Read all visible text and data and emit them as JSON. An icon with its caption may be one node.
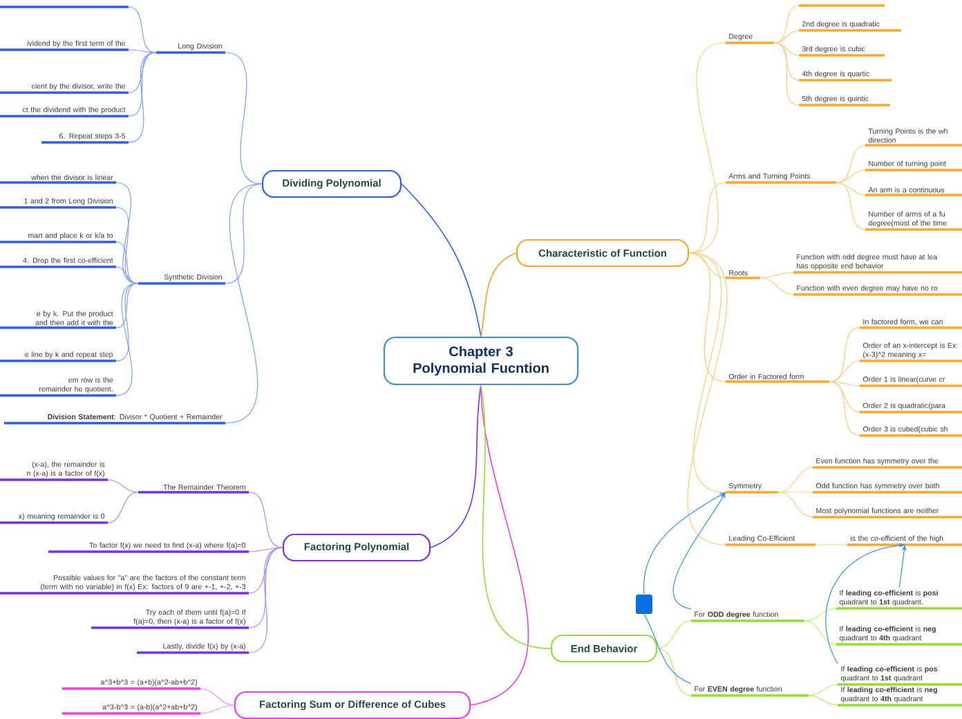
{
  "diagram": {
    "nodes": [
      {
        "text": [
          "Chapter 3 Polynomial Fucntion"
        ]
      },
      {
        "text": [
          "Dividing Polynomial"
        ]
      },
      {
        "text": [
          "Long Division"
        ]
      },
      {
        "text": [],
        "shape": "bar"
      },
      {
        "text": [
          "ividend by the first term of the"
        ]
      },
      {
        "text": [
          "cient by the divisor, write the"
        ]
      },
      {
        "text": [
          "ct the dividend with the product"
        ]
      },
      {
        "text": [
          "6. Repeat steps 3-5"
        ]
      },
      {
        "text": [
          "Synthetic Division"
        ]
      },
      {
        "text": [
          "when the divisor is linear"
        ]
      },
      {
        "text": [
          "1 and 2 from Long Division"
        ]
      },
      {
        "text": [
          "mart and place k or k/a to"
        ]
      },
      {
        "text": [
          "4. Drop the first co-efficient"
        ]
      },
      {
        "text": [
          "e by k. Put the product and then add it with the"
        ]
      },
      {
        "text": [
          "e line by k and repeat step"
        ]
      },
      {
        "text": [
          "em row is the remainder he quotient."
        ]
      },
      {
        "text": [
          "**Division Statement**: Divisor * Quotient + Remainder"
        ]
      },
      {
        "text": [
          "Factoring Polynomial"
        ]
      },
      {
        "text": [
          "The Remainder Theorem"
        ]
      },
      {
        "text": [
          "(x-a), the remainder is n (x-a) is a factor of f(x)"
        ]
      },
      {
        "text": [
          "x) meaning remainder is 0"
        ]
      },
      {
        "text": [
          "To factor f(x) we need to find (x-a) where f(a)=0"
        ]
      },
      {
        "text": [
          "Possible values for \"a\" are the factors of the constant term (term with no variable) in f(x) Ex: factors of 9 are +-1, +-2, +-3"
        ]
      },
      {
        "text": [
          "Try each of them until f(a)=0 If f(a)=0, then (x-a) is a factor of f(x)"
        ]
      },
      {
        "text": [
          "Lastly, divide f(x) by (x-a)"
        ]
      },
      {
        "text": [
          "Factoring Sum or Difference of Cubes"
        ]
      },
      {
        "text": [
          "a^3+b^3 = (a+b)(a^2-ab+b^2)"
        ]
      },
      {
        "text": [
          "a^3-b^3 = (a-b)(a^2+ab+b^2)"
        ]
      },
      {
        "text": [
          "Characteristic of Function"
        ]
      },
      {
        "text": [
          "Degree"
        ]
      },
      {
        "text": [],
        "shape": "bar"
      },
      {
        "text": [
          "2nd degree is quadratic"
        ]
      },
      {
        "text": [
          "3rd degree is cubic"
        ]
      },
      {
        "text": [
          "4th degree is quartic"
        ]
      },
      {
        "text": [
          "5th degree is quintic"
        ]
      },
      {
        "text": [
          "Arms and Turning Points"
        ]
      },
      {
        "text": [
          "Turning Points is the wh direction"
        ]
      },
      {
        "text": [
          "Number of turning point"
        ]
      },
      {
        "text": [
          "An arm is a continuous"
        ]
      },
      {
        "text": [
          "Number of arms of a fu degree(most of the time"
        ]
      },
      {
        "text": [
          "Roots"
        ]
      },
      {
        "text": [
          "Function with odd degree must have at lea has opposite end behavior"
        ]
      },
      {
        "text": [
          "Function with even degree may have no ro"
        ]
      },
      {
        "text": [
          "Order in Factored form"
        ]
      },
      {
        "text": [
          "In factored form, we can"
        ]
      },
      {
        "text": [
          "Order of an x-intercept is Ex: (x-3)^2 meaning x="
        ]
      },
      {
        "text": [
          "Order 1 is linear(curve cr"
        ]
      },
      {
        "text": [
          "Order 2 is quadratic(para"
        ]
      },
      {
        "text": [
          "Order 3 is cubed(cubic sh"
        ]
      },
      {
        "text": [
          "Symmetry"
        ]
      },
      {
        "text": [
          "Even function has symmetry over the"
        ]
      },
      {
        "text": [
          "Odd function has symmetry over both"
        ]
      },
      {
        "text": [
          "Most polynomial functions are neither"
        ]
      },
      {
        "text": [
          "Leading Co-Efficient"
        ]
      },
      {
        "text": [
          "is the co-efficient of the high"
        ]
      },
      {
        "text": [
          "End Behavior"
        ]
      },
      {
        "text": [
          "For **ODD degree** function"
        ]
      },
      {
        "text": [
          "If **leading co-efficient** is **posi** quadrant to **1st** quadrant."
        ]
      },
      {
        "text": [
          "If **leading co-efficient** is **neg** quadrant to **4th** quadrant"
        ]
      },
      {
        "text": [
          "For **EVEN degree** function"
        ]
      },
      {
        "text": [
          "If **leading co-efficient** is **pos** quadrant to **1st** quadrant"
        ]
      },
      {
        "text": [
          "If **leading co-efficient** is **neg** quadrant to **4th** quadrant"
        ]
      },
      {
        "text": [],
        "shape": "box"
      }
    ],
    "edges": [
      {
        "from": 0,
        "to": 1,
        "arrow": "none",
        "color": "#2b5ff0"
      },
      {
        "from": 1,
        "to": 2,
        "arrow": "none",
        "color": "#7d9df7"
      },
      {
        "from": 2,
        "to": 3,
        "arrow": "none",
        "color": "#7d9df7"
      },
      {
        "from": 2,
        "to": 4,
        "arrow": "none",
        "color": "#7d9df7"
      },
      {
        "from": 2,
        "to": 5,
        "arrow": "none",
        "color": "#7d9df7"
      },
      {
        "from": 2,
        "to": 6,
        "arrow": "none",
        "color": "#7d9df7"
      },
      {
        "from": 2,
        "to": 7,
        "arrow": "none",
        "color": "#7d9df7"
      },
      {
        "from": 1,
        "to": 8,
        "arrow": "none",
        "color": "#7d9df7"
      },
      {
        "from": 8,
        "to": 9,
        "arrow": "none",
        "color": "#7d9df7"
      },
      {
        "from": 8,
        "to": 10,
        "arrow": "none",
        "color": "#7d9df7"
      },
      {
        "from": 8,
        "to": 11,
        "arrow": "none",
        "color": "#7d9df7"
      },
      {
        "from": 8,
        "to": 12,
        "arrow": "none",
        "color": "#7d9df7"
      },
      {
        "from": 8,
        "to": 13,
        "arrow": "none",
        "color": "#7d9df7"
      },
      {
        "from": 8,
        "to": 14,
        "arrow": "none",
        "color": "#7d9df7"
      },
      {
        "from": 8,
        "to": 15,
        "arrow": "none",
        "color": "#7d9df7"
      },
      {
        "from": 1,
        "to": 16,
        "arrow": "none",
        "color": "#7d9df7"
      },
      {
        "from": 0,
        "to": 17,
        "arrow": "none",
        "color": "#7a2ff0"
      },
      {
        "from": 17,
        "to": 18,
        "arrow": "none",
        "color": "#ac88f6"
      },
      {
        "from": 18,
        "to": 19,
        "arrow": "none",
        "color": "#ac88f6"
      },
      {
        "from": 18,
        "to": 20,
        "arrow": "none",
        "color": "#ac88f6"
      },
      {
        "from": 17,
        "to": 21,
        "arrow": "none",
        "color": "#ac88f6"
      },
      {
        "from": 17,
        "to": 22,
        "arrow": "none",
        "color": "#ac88f6"
      },
      {
        "from": 17,
        "to": 23,
        "arrow": "none",
        "color": "#ac88f6"
      },
      {
        "from": 17,
        "to": 24,
        "arrow": "none",
        "color": "#ac88f6"
      },
      {
        "from": 0,
        "to": 25,
        "arrow": "none",
        "color": "#ef3bef"
      },
      {
        "from": 25,
        "to": 26,
        "arrow": "none",
        "color": "#f388f3"
      },
      {
        "from": 25,
        "to": 27,
        "arrow": "none",
        "color": "#f388f3"
      },
      {
        "from": 0,
        "to": 28,
        "arrow": "none",
        "color": "#ff9f1c"
      },
      {
        "from": 28,
        "to": 29,
        "arrow": "none",
        "color": "#ffcb7a"
      },
      {
        "from": 29,
        "to": 30,
        "arrow": "none",
        "color": "#ffcb7a"
      },
      {
        "from": 29,
        "to": 31,
        "arrow": "none",
        "color": "#ffcb7a"
      },
      {
        "from": 29,
        "to": 32,
        "arrow": "none",
        "color": "#ffcb7a"
      },
      {
        "from": 29,
        "to": 33,
        "arrow": "none",
        "color": "#ffcb7a"
      },
      {
        "from": 29,
        "to": 34,
        "arrow": "none",
        "color": "#ffcb7a"
      },
      {
        "from": 28,
        "to": 35,
        "arrow": "none",
        "color": "#ffcb7a"
      },
      {
        "from": 35,
        "to": 36,
        "arrow": "none",
        "color": "#ffcb7a"
      },
      {
        "from": 35,
        "to": 37,
        "arrow": "none",
        "color": "#ffcb7a"
      },
      {
        "from": 35,
        "to": 38,
        "arrow": "none",
        "color": "#ffcb7a"
      },
      {
        "from": 35,
        "to": 39,
        "arrow": "none",
        "color": "#ffcb7a"
      },
      {
        "from": 28,
        "to": 40,
        "arrow": "none",
        "color": "#ffcb7a"
      },
      {
        "from": 40,
        "to": 41,
        "arrow": "none",
        "color": "#ffcb7a"
      },
      {
        "from": 40,
        "to": 42,
        "arrow": "none",
        "color": "#ffcb7a"
      },
      {
        "from": 28,
        "to": 43,
        "arrow": "none",
        "color": "#ffcb7a"
      },
      {
        "from": 43,
        "to": 44,
        "arrow": "none",
        "color": "#ffcb7a"
      },
      {
        "from": 43,
        "to": 45,
        "arrow": "none",
        "color": "#ffcb7a"
      },
      {
        "from": 43,
        "to": 46,
        "arrow": "none",
        "color": "#ffcb7a"
      },
      {
        "from": 43,
        "to": 47,
        "arrow": "none",
        "color": "#ffcb7a"
      },
      {
        "from": 43,
        "to": 48,
        "arrow": "none",
        "color": "#ffcb7a"
      },
      {
        "from": 28,
        "to": 49,
        "arrow": "none",
        "color": "#ffcb7a"
      },
      {
        "from": 49,
        "to": 50,
        "arrow": "none",
        "color": "#ffcb7a"
      },
      {
        "from": 49,
        "to": 51,
        "arrow": "none",
        "color": "#ffcb7a"
      },
      {
        "from": 49,
        "to": 52,
        "arrow": "none",
        "color": "#ffcb7a"
      },
      {
        "from": 28,
        "to": 53,
        "arrow": "none",
        "color": "#ffcb7a"
      },
      {
        "from": 53,
        "to": 54,
        "arrow": "none",
        "color": "#ffcb7a"
      },
      {
        "from": 0,
        "to": 55,
        "arrow": "none",
        "color": "#92e02f"
      },
      {
        "from": 55,
        "to": 56,
        "arrow": "none",
        "color": "#b8ef72"
      },
      {
        "from": 56,
        "to": 57,
        "arrow": "none",
        "color": "#b8ef72"
      },
      {
        "from": 56,
        "to": 58,
        "arrow": "none",
        "color": "#b8ef72"
      },
      {
        "from": 55,
        "to": 59,
        "arrow": "none",
        "color": "#b8ef72"
      },
      {
        "from": 59,
        "to": 60,
        "arrow": "none",
        "color": "#b8ef72"
      },
      {
        "from": 59,
        "to": 61,
        "arrow": "none",
        "color": "#b8ef72"
      },
      {
        "from": 56,
        "to": 49,
        "arrow": "to",
        "color": "#3d8fe6"
      },
      {
        "from": 59,
        "to": 62,
        "arrow": "none",
        "color": "#3d8fe6"
      },
      {
        "from": 62,
        "to": 49,
        "arrow": "to",
        "color": "#3d8fe6"
      },
      {
        "from": 57,
        "to": 54,
        "arrow": "to",
        "color": "#3d8fe6"
      },
      {
        "from": 60,
        "to": 54,
        "arrow": "to",
        "color": "#3d8fe6"
      }
    ]
  }
}
